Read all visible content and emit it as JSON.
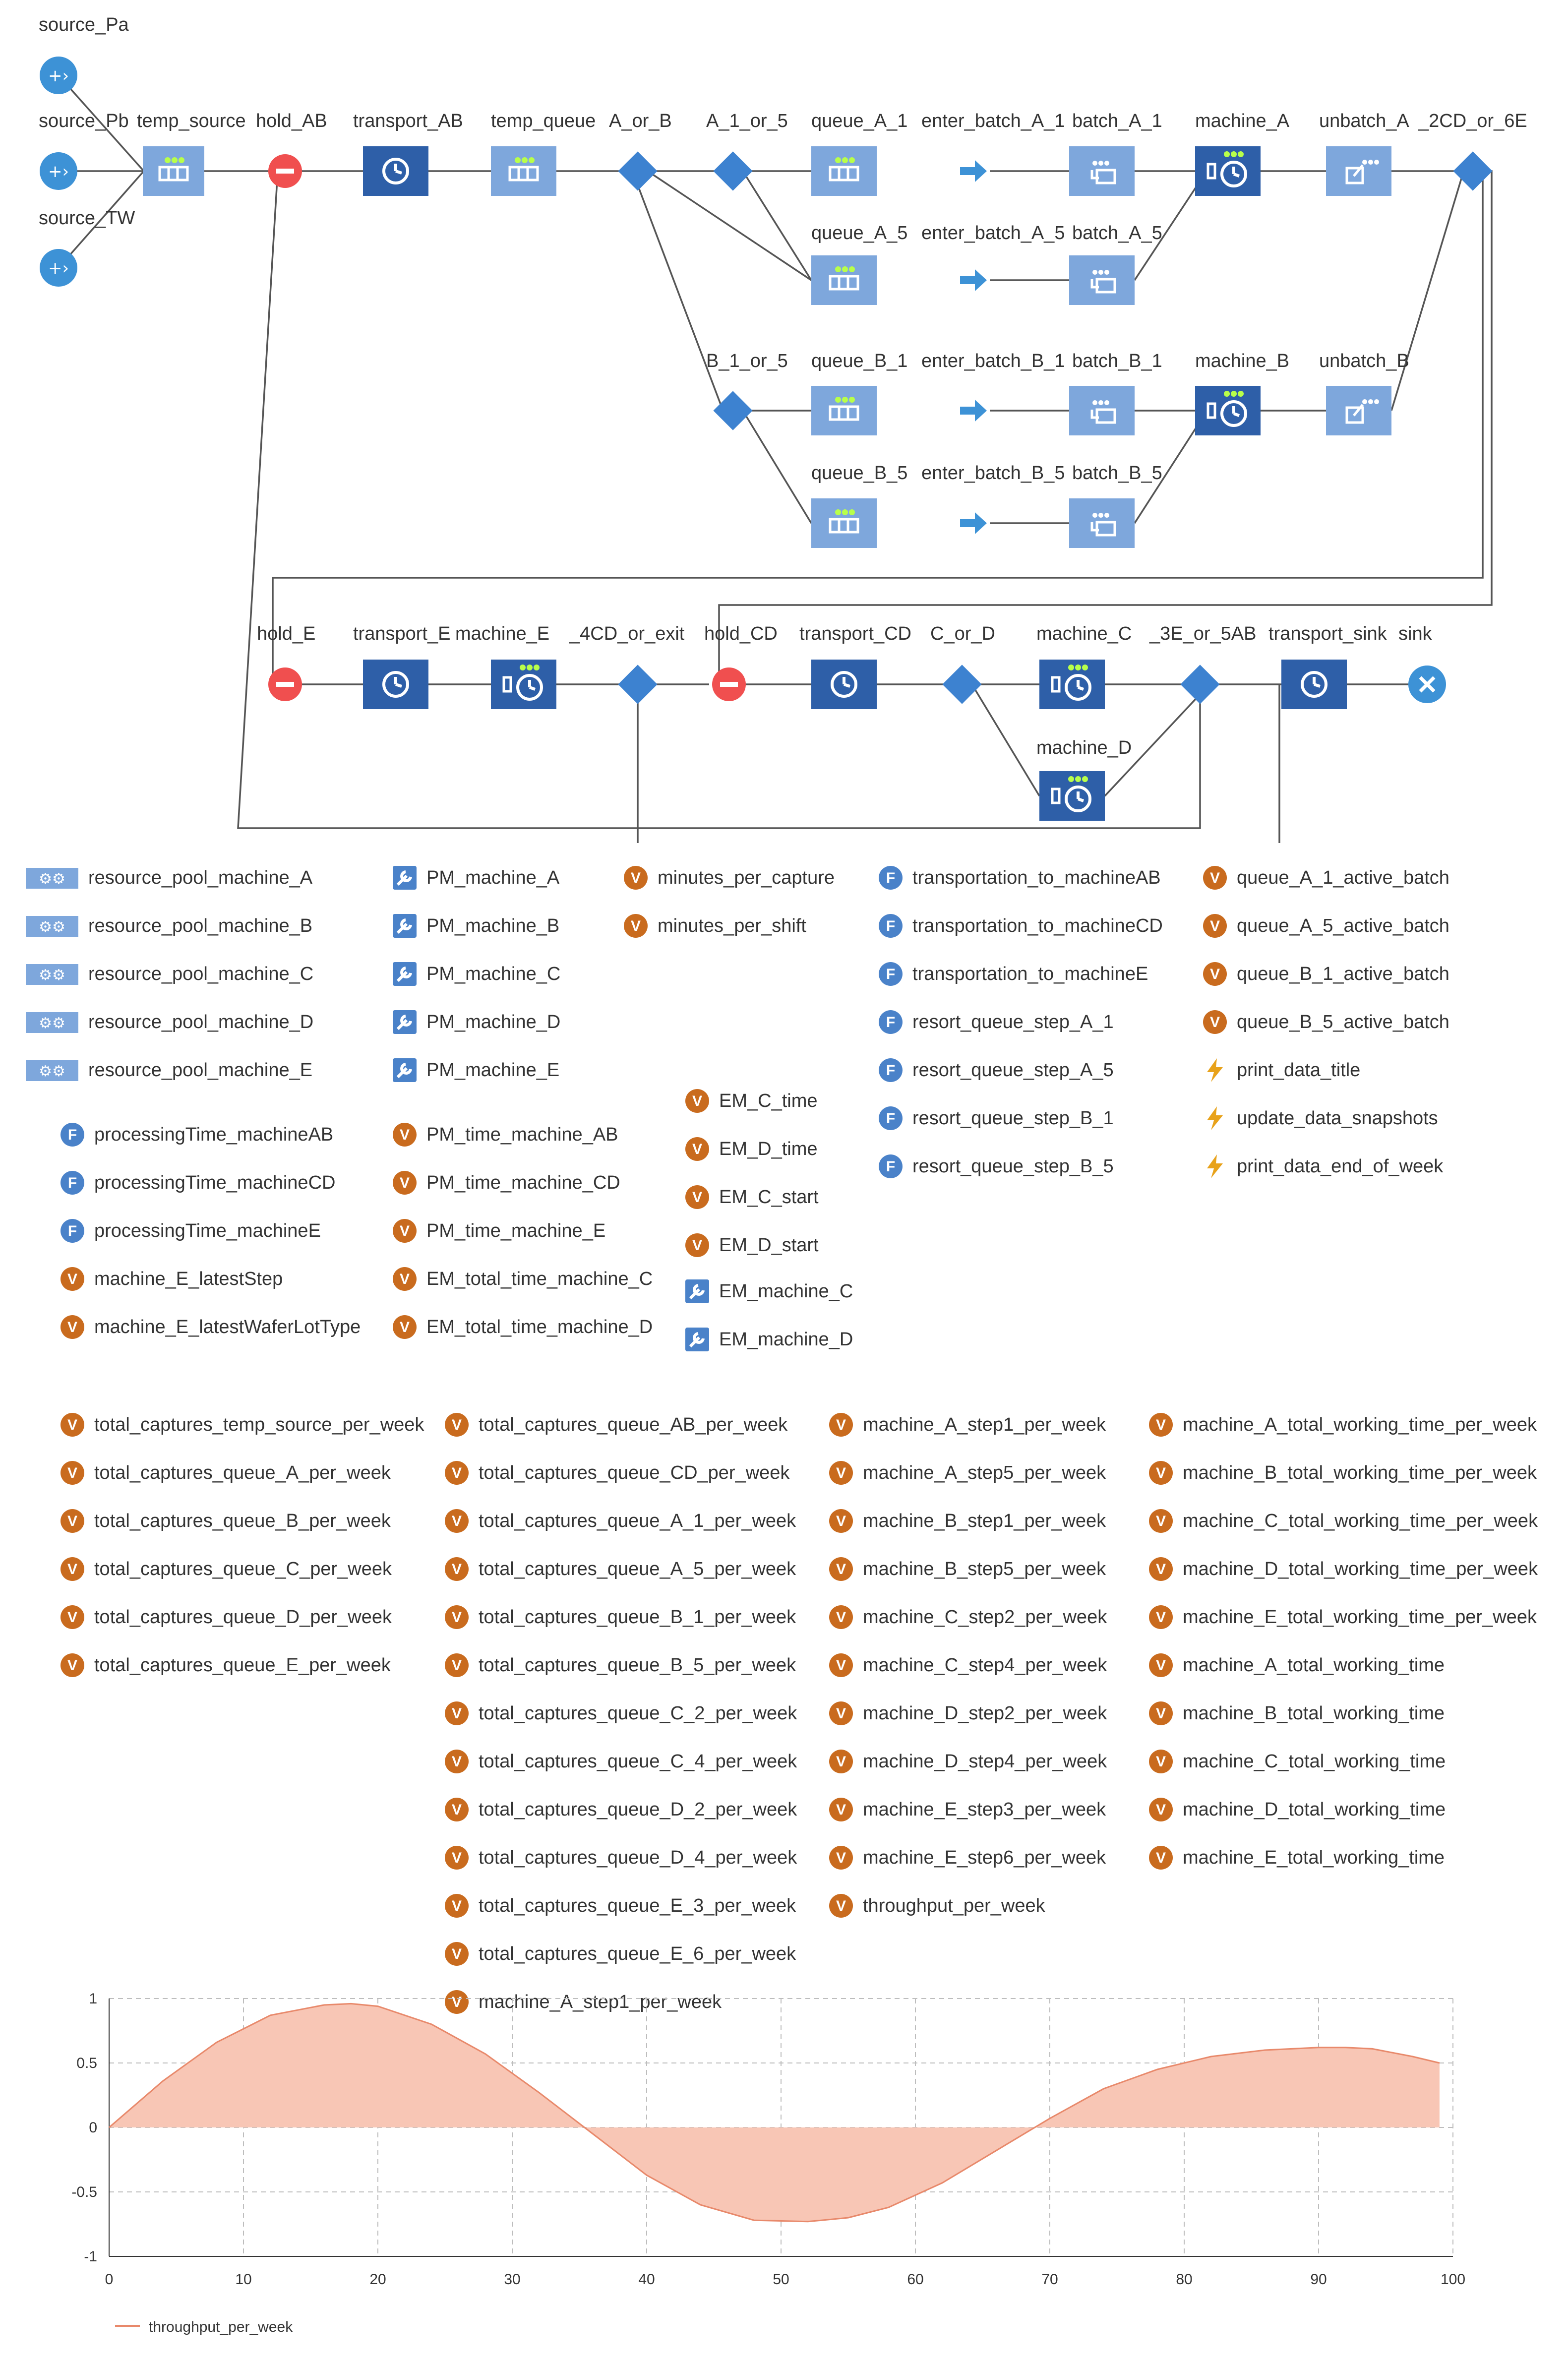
{
  "diagram": {
    "blocks": [
      {
        "label": "source_Pa"
      },
      {
        "label": "source_Pb"
      },
      {
        "label": "source_TW"
      },
      {
        "label": "temp_source"
      },
      {
        "label": "hold_AB"
      },
      {
        "label": "transport_AB"
      },
      {
        "label": "temp_queue"
      },
      {
        "label": "A_or_B"
      },
      {
        "label": "A_1_or_5"
      },
      {
        "label": "queue_A_1"
      },
      {
        "label": "queue_A_5"
      },
      {
        "label": "enter_batch_A_1"
      },
      {
        "label": "enter_batch_A_5"
      },
      {
        "label": "batch_A_1"
      },
      {
        "label": "batch_A_5"
      },
      {
        "label": "machine_A"
      },
      {
        "label": "unbatch_A"
      },
      {
        "label": "_2CD_or_6E"
      },
      {
        "label": "B_1_or_5"
      },
      {
        "label": "queue_B_1"
      },
      {
        "label": "queue_B_5"
      },
      {
        "label": "enter_batch_B_1"
      },
      {
        "label": "enter_batch_B_5"
      },
      {
        "label": "batch_B_1"
      },
      {
        "label": "batch_B_5"
      },
      {
        "label": "machine_B"
      },
      {
        "label": "unbatch_B"
      },
      {
        "label": "hold_E"
      },
      {
        "label": "transport_E"
      },
      {
        "label": "machine_E"
      },
      {
        "label": "_4CD_or_exit"
      },
      {
        "label": "hold_CD"
      },
      {
        "label": "transport_CD"
      },
      {
        "label": "C_or_D"
      },
      {
        "label": "machine_C"
      },
      {
        "label": "machine_D"
      },
      {
        "label": "_3E_or_5AB"
      },
      {
        "label": "transport_sink"
      },
      {
        "label": "sink"
      }
    ]
  },
  "elements": [
    {
      "label": "resource_pool_machine_A",
      "icon": "resource-pool-icon"
    },
    {
      "label": "resource_pool_machine_B",
      "icon": "resource-pool-icon"
    },
    {
      "label": "resource_pool_machine_C",
      "icon": "resource-pool-icon"
    },
    {
      "label": "resource_pool_machine_D",
      "icon": "resource-pool-icon"
    },
    {
      "label": "resource_pool_machine_E",
      "icon": "resource-pool-icon"
    },
    {
      "label": "PM_machine_A",
      "icon": "wrench-icon"
    },
    {
      "label": "PM_machine_B",
      "icon": "wrench-icon"
    },
    {
      "label": "PM_machine_C",
      "icon": "wrench-icon"
    },
    {
      "label": "PM_machine_D",
      "icon": "wrench-icon"
    },
    {
      "label": "PM_machine_E",
      "icon": "wrench-icon"
    },
    {
      "label": "minutes_per_capture",
      "icon": "variable-icon"
    },
    {
      "label": "minutes_per_shift",
      "icon": "variable-icon"
    },
    {
      "label": "transportation_to_machineAB",
      "icon": "function-icon"
    },
    {
      "label": "transportation_to_machineCD",
      "icon": "function-icon"
    },
    {
      "label": "transportation_to_machineE",
      "icon": "function-icon"
    },
    {
      "label": "resort_queue_step_A_1",
      "icon": "function-icon"
    },
    {
      "label": "resort_queue_step_A_5",
      "icon": "function-icon"
    },
    {
      "label": "resort_queue_step_B_1",
      "icon": "function-icon"
    },
    {
      "label": "resort_queue_step_B_5",
      "icon": "function-icon"
    },
    {
      "label": "queue_A_1_active_batch",
      "icon": "variable-icon"
    },
    {
      "label": "queue_A_5_active_batch",
      "icon": "variable-icon"
    },
    {
      "label": "queue_B_1_active_batch",
      "icon": "variable-icon"
    },
    {
      "label": "queue_B_5_active_batch",
      "icon": "variable-icon"
    },
    {
      "label": "print_data_title",
      "icon": "event-icon"
    },
    {
      "label": "update_data_snapshots",
      "icon": "event-icon"
    },
    {
      "label": "print_data_end_of_week",
      "icon": "event-icon"
    },
    {
      "label": "EM_C_time",
      "icon": "variable-icon"
    },
    {
      "label": "EM_D_time",
      "icon": "variable-icon"
    },
    {
      "label": "EM_C_start",
      "icon": "variable-icon"
    },
    {
      "label": "EM_D_start",
      "icon": "variable-icon"
    },
    {
      "label": "EM_machine_C",
      "icon": "wrench-icon"
    },
    {
      "label": "EM_machine_D",
      "icon": "wrench-icon"
    },
    {
      "label": "processingTime_machineAB",
      "icon": "function-icon"
    },
    {
      "label": "processingTime_machineCD",
      "icon": "function-icon"
    },
    {
      "label": "processingTime_machineE",
      "icon": "function-icon"
    },
    {
      "label": "machine_E_latestStep",
      "icon": "variable-icon"
    },
    {
      "label": "machine_E_latestWaferLotType",
      "icon": "variable-icon"
    },
    {
      "label": "PM_time_machine_AB",
      "icon": "variable-icon"
    },
    {
      "label": "PM_time_machine_CD",
      "icon": "variable-icon"
    },
    {
      "label": "PM_time_machine_E",
      "icon": "variable-icon"
    },
    {
      "label": "EM_total_time_machine_C",
      "icon": "variable-icon"
    },
    {
      "label": "EM_total_time_machine_D",
      "icon": "variable-icon"
    },
    {
      "label": "total_captures_temp_source_per_week",
      "icon": "variable-icon"
    },
    {
      "label": "total_captures_queue_A_per_week",
      "icon": "variable-icon"
    },
    {
      "label": "total_captures_queue_B_per_week",
      "icon": "variable-icon"
    },
    {
      "label": "total_captures_queue_C_per_week",
      "icon": "variable-icon"
    },
    {
      "label": "total_captures_queue_D_per_week",
      "icon": "variable-icon"
    },
    {
      "label": "total_captures_queue_E_per_week",
      "icon": "variable-icon"
    },
    {
      "label": "total_captures_queue_AB_per_week",
      "icon": "variable-icon"
    },
    {
      "label": "total_captures_queue_CD_per_week",
      "icon": "variable-icon"
    },
    {
      "label": "total_captures_queue_A_1_per_week",
      "icon": "variable-icon"
    },
    {
      "label": "total_captures_queue_A_5_per_week",
      "icon": "variable-icon"
    },
    {
      "label": "total_captures_queue_B_1_per_week",
      "icon": "variable-icon"
    },
    {
      "label": "total_captures_queue_B_5_per_week",
      "icon": "variable-icon"
    },
    {
      "label": "total_captures_queue_C_2_per_week",
      "icon": "variable-icon"
    },
    {
      "label": "total_captures_queue_C_4_per_week",
      "icon": "variable-icon"
    },
    {
      "label": "total_captures_queue_D_2_per_week",
      "icon": "variable-icon"
    },
    {
      "label": "total_captures_queue_D_4_per_week",
      "icon": "variable-icon"
    },
    {
      "label": "total_captures_queue_E_3_per_week",
      "icon": "variable-icon"
    },
    {
      "label": "total_captures_queue_E_6_per_week",
      "icon": "variable-icon"
    },
    {
      "label": "machine_A_step1_per_week",
      "icon": "variable-icon"
    },
    {
      "label": "machine_A_step5_per_week",
      "icon": "variable-icon"
    },
    {
      "label": "machine_B_step1_per_week",
      "icon": "variable-icon"
    },
    {
      "label": "machine_B_step5_per_week",
      "icon": "variable-icon"
    },
    {
      "label": "machine_C_step2_per_week",
      "icon": "variable-icon"
    },
    {
      "label": "machine_C_step4_per_week",
      "icon": "variable-icon"
    },
    {
      "label": "machine_D_step2_per_week",
      "icon": "variable-icon"
    },
    {
      "label": "machine_D_step4_per_week",
      "icon": "variable-icon"
    },
    {
      "label": "machine_E_step3_per_week",
      "icon": "variable-icon"
    },
    {
      "label": "machine_E_step6_per_week",
      "icon": "variable-icon"
    },
    {
      "label": "throughput_per_week",
      "icon": "variable-icon"
    },
    {
      "label": "machine_A_total_working_time_per_week",
      "icon": "variable-icon"
    },
    {
      "label": "machine_B_total_working_time_per_week",
      "icon": "variable-icon"
    },
    {
      "label": "machine_C_total_working_time_per_week",
      "icon": "variable-icon"
    },
    {
      "label": "machine_D_total_working_time_per_week",
      "icon": "variable-icon"
    },
    {
      "label": "machine_E_total_working_time_per_week",
      "icon": "variable-icon"
    },
    {
      "label": "machine_A_total_working_time",
      "icon": "variable-icon"
    },
    {
      "label": "machine_B_total_working_time",
      "icon": "variable-icon"
    },
    {
      "label": "machine_C_total_working_time",
      "icon": "variable-icon"
    },
    {
      "label": "machine_D_total_working_time",
      "icon": "variable-icon"
    },
    {
      "label": "machine_E_total_working_time",
      "icon": "variable-icon"
    }
  ],
  "colors": {
    "block_light": "#7ea7dc",
    "block_dark": "#2e5fa8",
    "diamond": "#3d82d0",
    "hold": "#f04f4f",
    "source": "#3d92d6",
    "variable": "#c96b1e",
    "function": "#4a82c9",
    "event": "#e8a21a",
    "area_fill": "#f8c6b5",
    "area_line": "#e8896b"
  },
  "chart_data": {
    "type": "area",
    "title": "",
    "xlabel": "",
    "ylabel": "",
    "xlim": [
      0,
      100
    ],
    "ylim": [
      -1,
      1
    ],
    "x_ticks": [
      "0",
      "10",
      "20",
      "30",
      "40",
      "50",
      "60",
      "70",
      "80",
      "90",
      "100"
    ],
    "y_ticks": [
      "1",
      "0.5",
      "0",
      "-0.5",
      "-1"
    ],
    "grid": true,
    "legend_position": "bottom-left",
    "series": [
      {
        "name": "throughput_per_week",
        "x": [
          0,
          4,
          8,
          12,
          16,
          18,
          20,
          24,
          28,
          32,
          36,
          38,
          40,
          44,
          48,
          52,
          55,
          58,
          62,
          66,
          70,
          74,
          78,
          82,
          86,
          90,
          92,
          94,
          97,
          99
        ],
        "y": [
          0,
          0.36,
          0.66,
          0.87,
          0.95,
          0.96,
          0.94,
          0.8,
          0.57,
          0.27,
          -0.05,
          -0.21,
          -0.37,
          -0.6,
          -0.72,
          -0.73,
          -0.7,
          -0.62,
          -0.43,
          -0.18,
          0.07,
          0.3,
          0.45,
          0.55,
          0.6,
          0.62,
          0.62,
          0.61,
          0.55,
          0.5
        ]
      }
    ]
  }
}
